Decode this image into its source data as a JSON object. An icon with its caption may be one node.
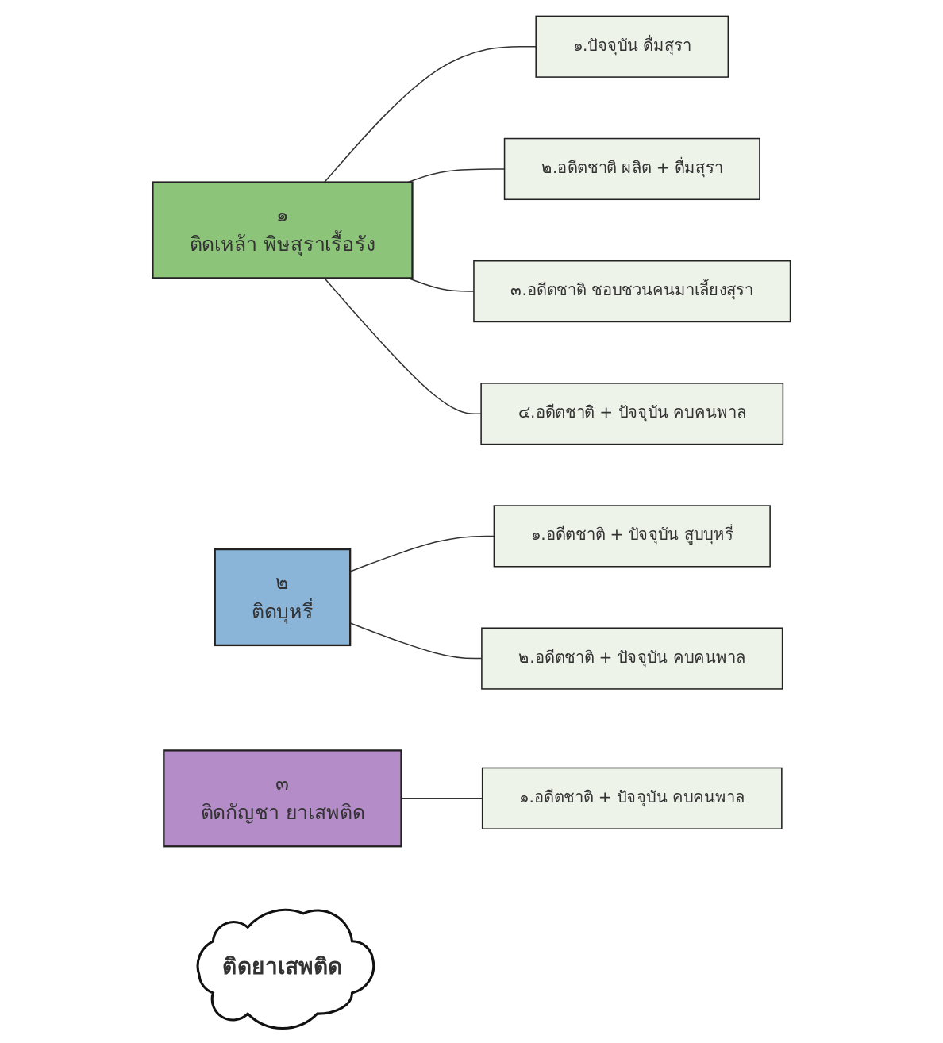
{
  "diagram": {
    "nodes": [
      {
        "text": [
          "ติดยาเสพติด"
        ]
      },
      {
        "text": [
          "๑",
          "ติดเหล้า พิษสุราเรื้อรัง"
        ]
      },
      {
        "text": [
          "๒",
          "ติดบุหรี่"
        ]
      },
      {
        "text": [
          "๓",
          "ติดกัญชา ยาเสพติด"
        ]
      },
      {
        "text": [
          "๑.ปัจจุบัน ดื่มสุรา"
        ]
      },
      {
        "text": [
          "๒.อดีตชาติ ผลิต + ดื่มสุรา"
        ]
      },
      {
        "text": [
          "๓.อดีตชาติ ชอบชวนคนมาเลี้ยงสุรา"
        ]
      },
      {
        "text": [
          "๔.อดีตชาติ + ปัจจุบัน คบคนพาล"
        ]
      },
      {
        "text": [
          "๑.อดีตชาติ + ปัจจุบัน สูบบุหรี่"
        ]
      },
      {
        "text": [
          "๒.อดีตชาติ + ปัจจุบัน คบคนพาล"
        ]
      },
      {
        "text": [
          "๑.อดีตชาติ + ปัจจุบัน คบคนพาล"
        ]
      }
    ],
    "edges": [
      {
        "from": 1,
        "to": 4,
        "arrow": "none"
      },
      {
        "from": 1,
        "to": 5,
        "arrow": "none"
      },
      {
        "from": 1,
        "to": 6,
        "arrow": "none"
      },
      {
        "from": 1,
        "to": 7,
        "arrow": "none"
      },
      {
        "from": 2,
        "to": 8,
        "arrow": "none"
      },
      {
        "from": 2,
        "to": 9,
        "arrow": "none"
      },
      {
        "from": 3,
        "to": 10,
        "arrow": "none"
      }
    ]
  }
}
